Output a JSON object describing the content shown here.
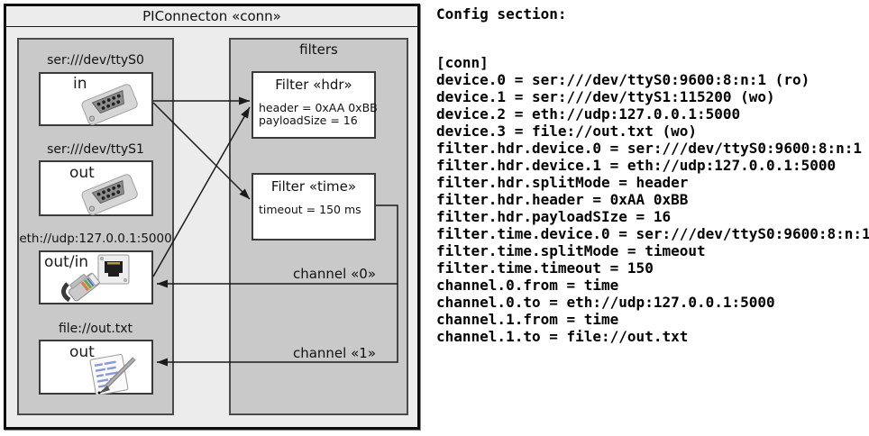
{
  "diagram": {
    "title": "PIConnecton «conn»",
    "devices_panel": {
      "devices": [
        {
          "label": "ser:///dev/ttyS0",
          "direction": "in",
          "icon": "serial-connector-icon"
        },
        {
          "label": "ser:///dev/ttyS1",
          "direction": "out",
          "icon": "serial-connector-icon"
        },
        {
          "label": "eth://udp:127.0.0.1:5000",
          "direction": "out/in",
          "icon": "ethernet-icon"
        },
        {
          "label": "file://out.txt",
          "direction": "out",
          "icon": "notepad-icon"
        }
      ]
    },
    "filters_panel": {
      "title": "filters",
      "filters": [
        {
          "title": "Filter «hdr»",
          "params": [
            "header = 0xAA 0xBB",
            "payloadSize = 16"
          ]
        },
        {
          "title": "Filter «time»",
          "params": [
            "timeout = 150 ms"
          ]
        }
      ]
    },
    "channels": [
      {
        "label": "channel «0»",
        "from": "Filter «time»",
        "to": "eth://udp:127.0.0.1:5000"
      },
      {
        "label": "channel «1»",
        "from": "Filter «time»",
        "to": "file://out.txt"
      }
    ]
  },
  "config": {
    "heading": "Config section:",
    "lines": [
      "[conn]",
      "device.0 = ser:///dev/ttyS0:9600:8:n:1 (ro)",
      "device.1 = ser:///dev/ttyS1:115200 (wo)",
      "device.2 = eth://udp:127.0.0.1:5000",
      "device.3 = file://out.txt (wo)",
      "filter.hdr.device.0 = ser:///dev/ttyS0:9600:8:n:1",
      "filter.hdr.device.1 = eth://udp:127.0.0.1:5000",
      "filter.hdr.splitMode = header",
      "filter.hdr.header = 0xAA 0xBB",
      "filter.hdr.payloadSIze = 16",
      "filter.time.device.0 = ser:///dev/ttyS0:9600:8:n:1",
      "filter.time.splitMode = timeout",
      "filter.time.timeout = 150",
      "channel.0.from = time",
      "channel.0.to = eth://udp:127.0.0.1:5000",
      "channel.1.from = time",
      "channel.1.to = file://out.txt"
    ]
  },
  "colors": {
    "diagram_background": "#ececec",
    "panel_background": "#c9c9c9",
    "box_background": "#ffffff",
    "border_dark": "#0d0d0d",
    "panel_border": "#4a4a4a",
    "arrow": "#1a1a1a",
    "text": "#111111"
  }
}
